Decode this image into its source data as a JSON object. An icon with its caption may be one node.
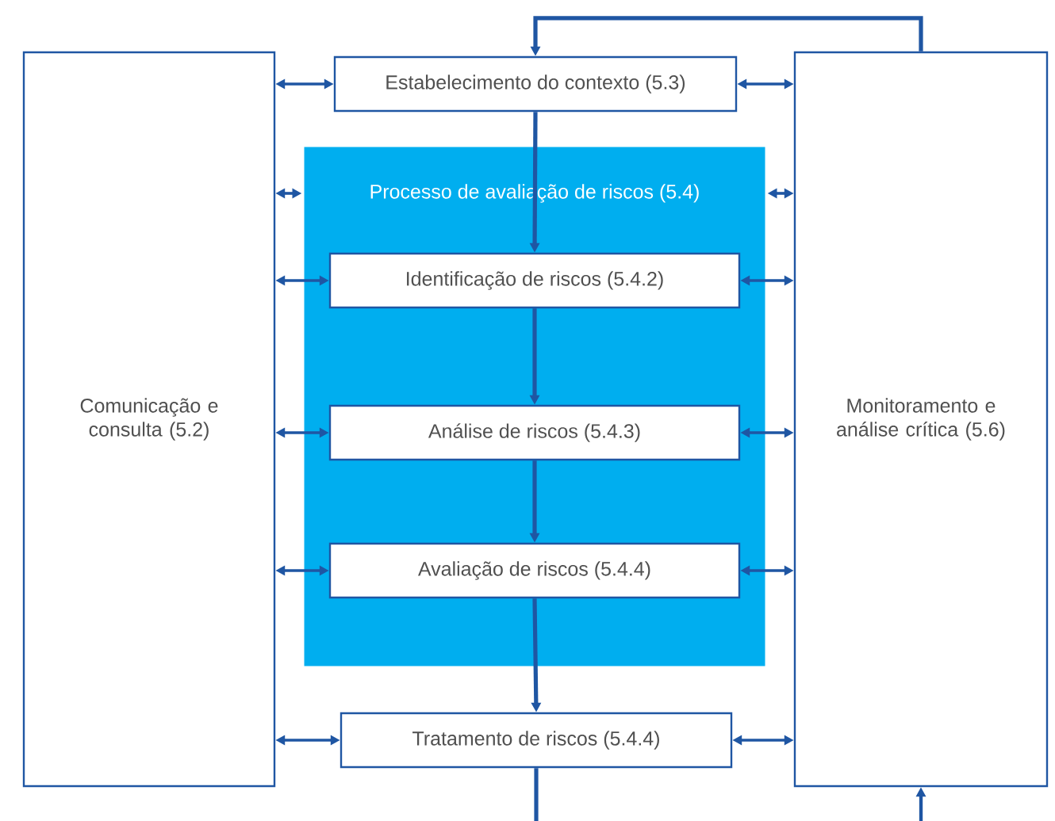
{
  "diagram": {
    "nodes": [
      {
        "text": [
          "Comunicação e consulta (5.2)"
        ]
      },
      {
        "text": [
          "Estabelecimento do contexto (5.3)"
        ]
      },
      {
        "text": [
          "Monitoramento e análise crítica (5.6)"
        ]
      },
      {
        "text": [
          "Processo de avaliação de riscos (5.4)"
        ]
      },
      {
        "text": [
          "Identificação de riscos (5.4.2)"
        ],
        "in": 3
      },
      {
        "text": [
          "Análise de riscos (5.4.3)"
        ],
        "in": 3
      },
      {
        "text": [
          "Avaliação de riscos (5.4.4)"
        ],
        "in": 3
      },
      {
        "text": [
          "Tratamento de riscos (5.4.4)"
        ]
      }
    ],
    "edges": [
      {
        "from": 1,
        "to": 4,
        "arrow": "to"
      },
      {
        "from": 4,
        "to": 5,
        "arrow": "to"
      },
      {
        "from": 5,
        "to": 6,
        "arrow": "to"
      },
      {
        "from": 6,
        "to": 7,
        "arrow": "to"
      },
      {
        "from": 2,
        "to": 1,
        "arrow": "to"
      },
      {
        "from": 7,
        "to": null,
        "arrow": "none"
      },
      {
        "from": null,
        "to": 2,
        "arrow": "to"
      },
      {
        "from": 0,
        "to": 1,
        "arrow": "both"
      },
      {
        "from": 0,
        "to": 3,
        "arrow": "both"
      },
      {
        "from": 0,
        "to": 4,
        "arrow": "both"
      },
      {
        "from": 0,
        "to": 5,
        "arrow": "both"
      },
      {
        "from": 0,
        "to": 6,
        "arrow": "both"
      },
      {
        "from": 0,
        "to": 7,
        "arrow": "both"
      },
      {
        "from": 1,
        "to": 2,
        "arrow": "both"
      },
      {
        "from": 3,
        "to": 2,
        "arrow": "both"
      },
      {
        "from": 4,
        "to": 2,
        "arrow": "both"
      },
      {
        "from": 5,
        "to": 2,
        "arrow": "both"
      },
      {
        "from": 6,
        "to": 2,
        "arrow": "both"
      },
      {
        "from": 7,
        "to": 2,
        "arrow": "both"
      }
    ]
  }
}
